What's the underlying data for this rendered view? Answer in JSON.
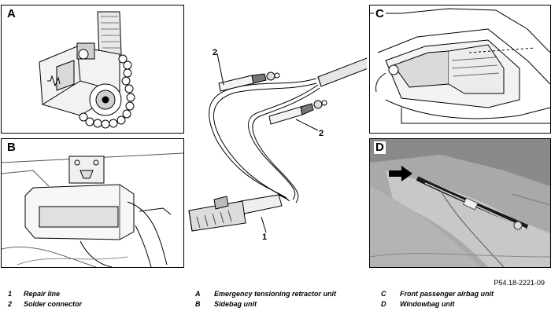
{
  "panels": {
    "a": {
      "letter": "A"
    },
    "b": {
      "letter": "B"
    },
    "c": {
      "letter": "C"
    },
    "d": {
      "letter": "D"
    }
  },
  "callouts": {
    "c2a": "2",
    "c2b": "2",
    "c1": "1"
  },
  "reference_code": "P54.18-2221-09",
  "legend": [
    [
      {
        "key": "1",
        "text": "Repair line"
      },
      {
        "key": "2",
        "text": "Solder connector"
      }
    ],
    [
      {
        "key": "A",
        "text": "Emergency tensioning retractor unit"
      },
      {
        "key": "B",
        "text": "Sidebag unit"
      }
    ],
    [
      {
        "key": "C",
        "text": "Front passenger airbag unit"
      },
      {
        "key": "D",
        "text": "Windowbag unit"
      }
    ]
  ]
}
